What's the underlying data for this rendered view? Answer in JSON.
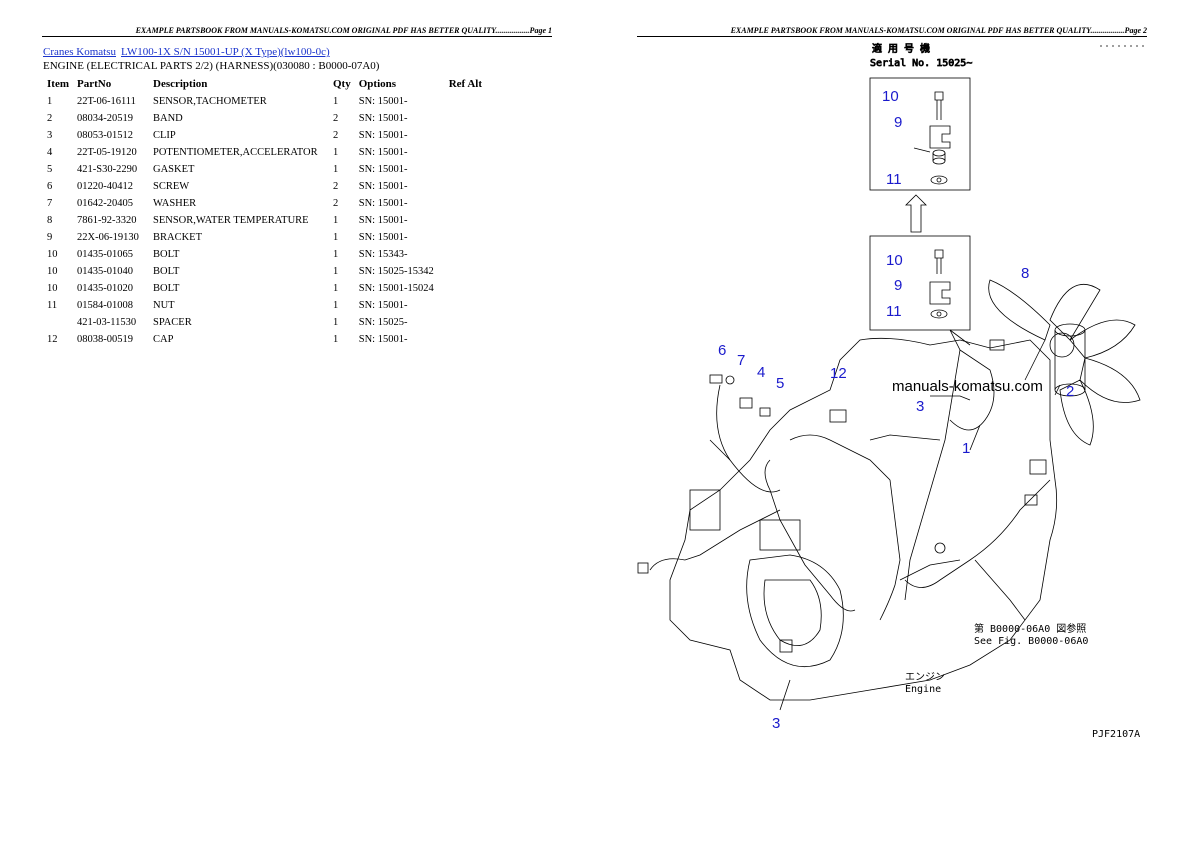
{
  "headers": {
    "page1": "EXAMPLE PARTSBOOK FROM MANUALS-KOMATSU.COM ORIGINAL PDF HAS BETTER QUALITY.................Page 1",
    "page2": "EXAMPLE PARTSBOOK FROM MANUALS-KOMATSU.COM ORIGINAL PDF HAS BETTER QUALITY.................Page 2"
  },
  "breadcrumb": {
    "link1": "Cranes Komatsu",
    "link2": "LW100-1X S/N 15001-UP (X Type)(lw100-0c)"
  },
  "subtitle": "ENGINE (ELECTRICAL PARTS 2/2) (HARNESS)(030080 : B0000-07A0)",
  "table": {
    "columns": [
      "Item",
      "PartNo",
      "Description",
      "Qty",
      "Options",
      "Ref Alt"
    ],
    "rows": [
      [
        "1",
        "22T-06-16111",
        "SENSOR,TACHOMETER",
        "1",
        "SN: 15001-",
        ""
      ],
      [
        "2",
        "08034-20519",
        "BAND",
        "2",
        "SN: 15001-",
        ""
      ],
      [
        "3",
        "08053-01512",
        "CLIP",
        "2",
        "SN: 15001-",
        ""
      ],
      [
        "4",
        "22T-05-19120",
        "POTENTIOMETER,ACCELERATOR",
        "1",
        "SN: 15001-",
        ""
      ],
      [
        "5",
        "421-S30-2290",
        "GASKET",
        "1",
        "SN: 15001-",
        ""
      ],
      [
        "6",
        "01220-40412",
        "SCREW",
        "2",
        "SN: 15001-",
        ""
      ],
      [
        "7",
        "01642-20405",
        "WASHER",
        "2",
        "SN: 15001-",
        ""
      ],
      [
        "8",
        "7861-92-3320",
        "SENSOR,WATER TEMPERATURE",
        "1",
        "SN: 15001-",
        ""
      ],
      [
        "9",
        "22X-06-19130",
        "BRACKET",
        "1",
        "SN: 15001-",
        ""
      ],
      [
        "10",
        "01435-01065",
        "BOLT",
        "1",
        "SN: 15343-",
        ""
      ],
      [
        "10",
        "01435-01040",
        "BOLT",
        "1",
        "SN: 15025-15342",
        ""
      ],
      [
        "10",
        "01435-01020",
        "BOLT",
        "1",
        "SN: 15001-15024",
        ""
      ],
      [
        "11",
        "01584-01008",
        "NUT",
        "1",
        "SN: 15001-",
        ""
      ],
      [
        "",
        "421-03-11530",
        "SPACER",
        "1",
        "SN: 15025-",
        ""
      ],
      [
        "12",
        "08038-00519",
        "CAP",
        "1",
        "SN: 15001-",
        ""
      ]
    ]
  },
  "diagram": {
    "serial_jp": "適 用 号 機",
    "serial_en": "Serial No. 15025~",
    "callouts": {
      "c10a": "10",
      "c9a": "9",
      "c11a": "11",
      "c10b": "10",
      "c9b": "9",
      "c11b": "11",
      "c8": "8",
      "c6": "6",
      "c7": "7",
      "c4": "4",
      "c5": "5",
      "c12": "12",
      "c3a": "3",
      "c2": "2",
      "c1": "1",
      "c3b": "3"
    },
    "watermark": "manuals-komatsu.com",
    "see_fig_jp": "第 B0000-06A0 図参照",
    "see_fig_en": "See Fig. B0000-06A0",
    "engine_jp": "エンジン",
    "engine_en": "Engine",
    "fig_code": "PJF2107A"
  }
}
